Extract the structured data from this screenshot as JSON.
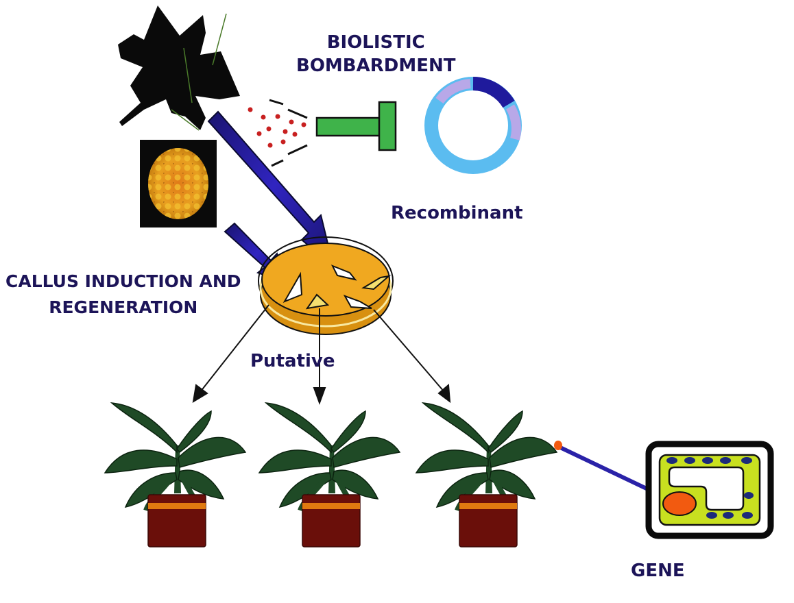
{
  "diagram": {
    "title": "Biolistic plant transformation workflow",
    "labels": {
      "biolistic_line1": "BIOLISTIC",
      "biolistic_line2": "BOMBARDMENT",
      "recombinant": "Recombinant",
      "callus_line1": "CALLUS INDUCTION AND",
      "callus_line2": "REGENERATION",
      "putative": "Putative",
      "gene": "GENE"
    },
    "icons": {
      "leaf": "leaf-icon",
      "callus": "callus-culture-icon",
      "gene_gun": "gene-gun-icon",
      "particles": "gold-particles-icon",
      "plasmid": "plasmid-icon",
      "petri_dish": "petri-dish-icon",
      "plant": "potted-plant-icon",
      "cell": "plant-cell-icon"
    },
    "colors": {
      "text": "#1c1458",
      "arrow_blue": "#2a22a8",
      "gun_green": "#3fb34a",
      "plasmid_ring": "#5bbcf0",
      "plasmid_insert_dark": "#1f1a9c",
      "plasmid_insert_light": "#b8a8e8",
      "dish_agar": "#f0a820",
      "plant_leaf": "#1f4a26",
      "pot": "#6a0f0a",
      "pot_band": "#e07a10",
      "cell_cytoplasm": "#c8e020",
      "nucleus": "#f25a10",
      "organelle": "#1c2a7a",
      "particle": "#c82020"
    },
    "putative_plants_count": 3
  }
}
